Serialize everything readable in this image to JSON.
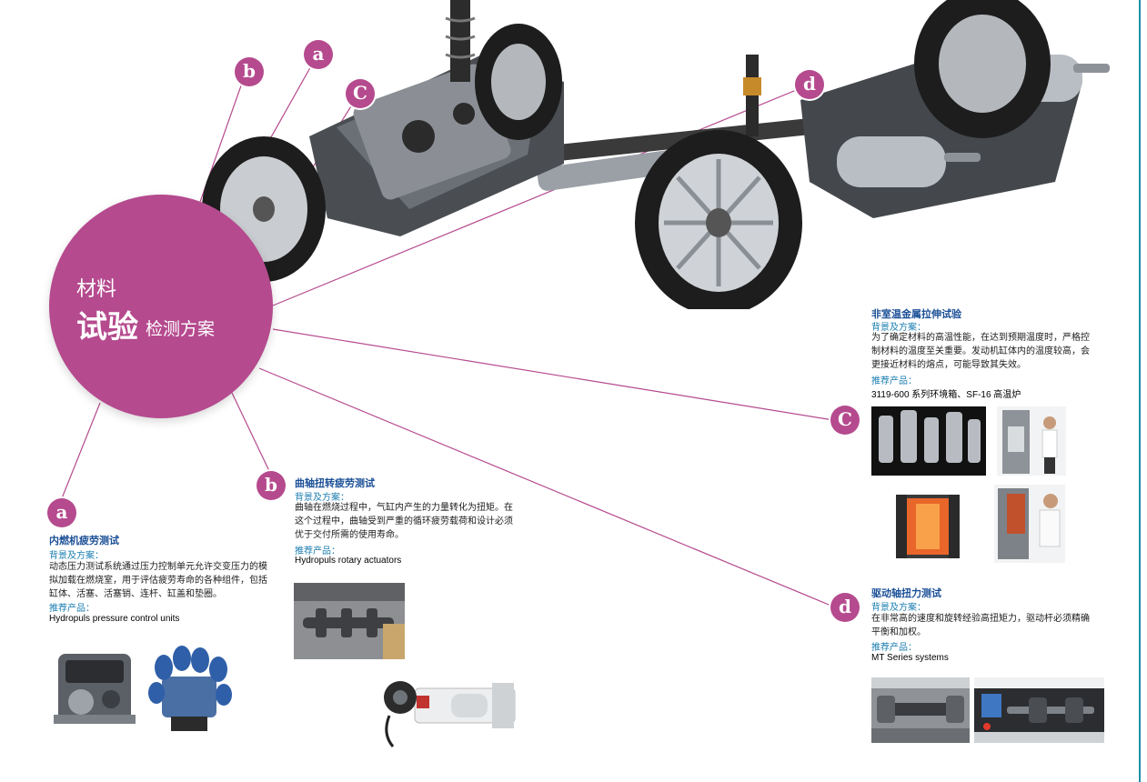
{
  "hero": {
    "line1": "材料",
    "line2": "试验",
    "line3": "检测方案"
  },
  "colors": {
    "accent": "#b54a8e",
    "title_blue": "#1a4f96",
    "sub_blue": "#1a7db0"
  },
  "badges": {
    "a": "a",
    "b": "b",
    "c": "C",
    "d": "d"
  },
  "sections": {
    "a": {
      "title": "内燃机疲劳测试",
      "bg_label": "背景及方案：",
      "body": "动态压力测试系统通过压力控制单元允许交变压力的模拟加载在燃烧室，用于评估疲劳寿命的各种组件，包括缸体、活塞、活塞销、连杆、缸盖和垫圈。",
      "rec_label": "推荐产品：",
      "product": "Hydropuls pressure control units"
    },
    "b": {
      "title": "曲轴扭转疲劳测试",
      "bg_label": "背景及方案：",
      "body": "曲轴在燃烧过程中，气缸内产生的力量转化为扭矩。在这个过程中，曲轴受到严重的循环疲劳载荷和设计必须优于交付所需的使用寿命。",
      "rec_label": "推荐产品：",
      "product": "Hydropuls rotary actuators"
    },
    "c": {
      "title": "非室温金属拉伸试验",
      "bg_label": "背景及方案：",
      "body": "为了确定材料的高温性能，在达到预期温度时，严格控制材料的温度至关重要。发动机缸体内的温度较高，会更接近材料的熔点，可能导致其失效。",
      "rec_label": "推荐产品：",
      "product": "3119-600 系列环境箱、SF-16 高温炉"
    },
    "d": {
      "title": "驱动轴扭力测试",
      "bg_label": "背景及方案：",
      "body": "在非常高的速度和旋转经验高扭矩力，驱动杆必须精确平衡和加权。",
      "rec_label": "推荐产品：",
      "product": "MT Series systems"
    }
  }
}
